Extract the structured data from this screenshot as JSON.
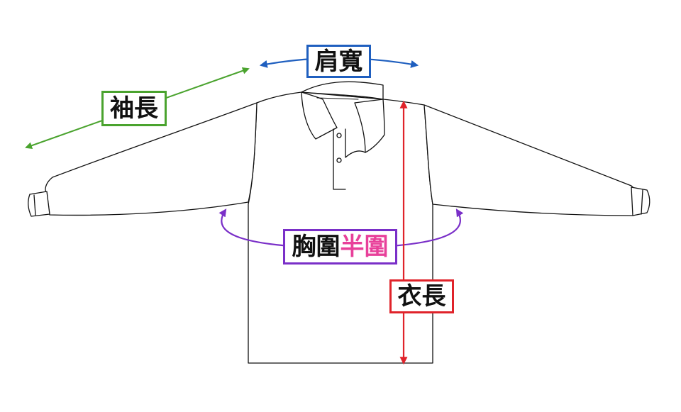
{
  "labels": {
    "shoulder_width": "肩寬",
    "sleeve_length": "袖長",
    "chest_around": "胸圍",
    "chest_half": "半圍",
    "body_length": "衣長"
  },
  "colors": {
    "shoulder": "#1f5fbf",
    "sleeve": "#4aa32e",
    "chest": "#7a2fc8",
    "half": "#e8409a",
    "length": "#e0232a",
    "outline": "#111111"
  },
  "icons": {
    "garment": "long-sleeve-polo-shirt-outline",
    "arrows": "double-headed-arrow"
  }
}
